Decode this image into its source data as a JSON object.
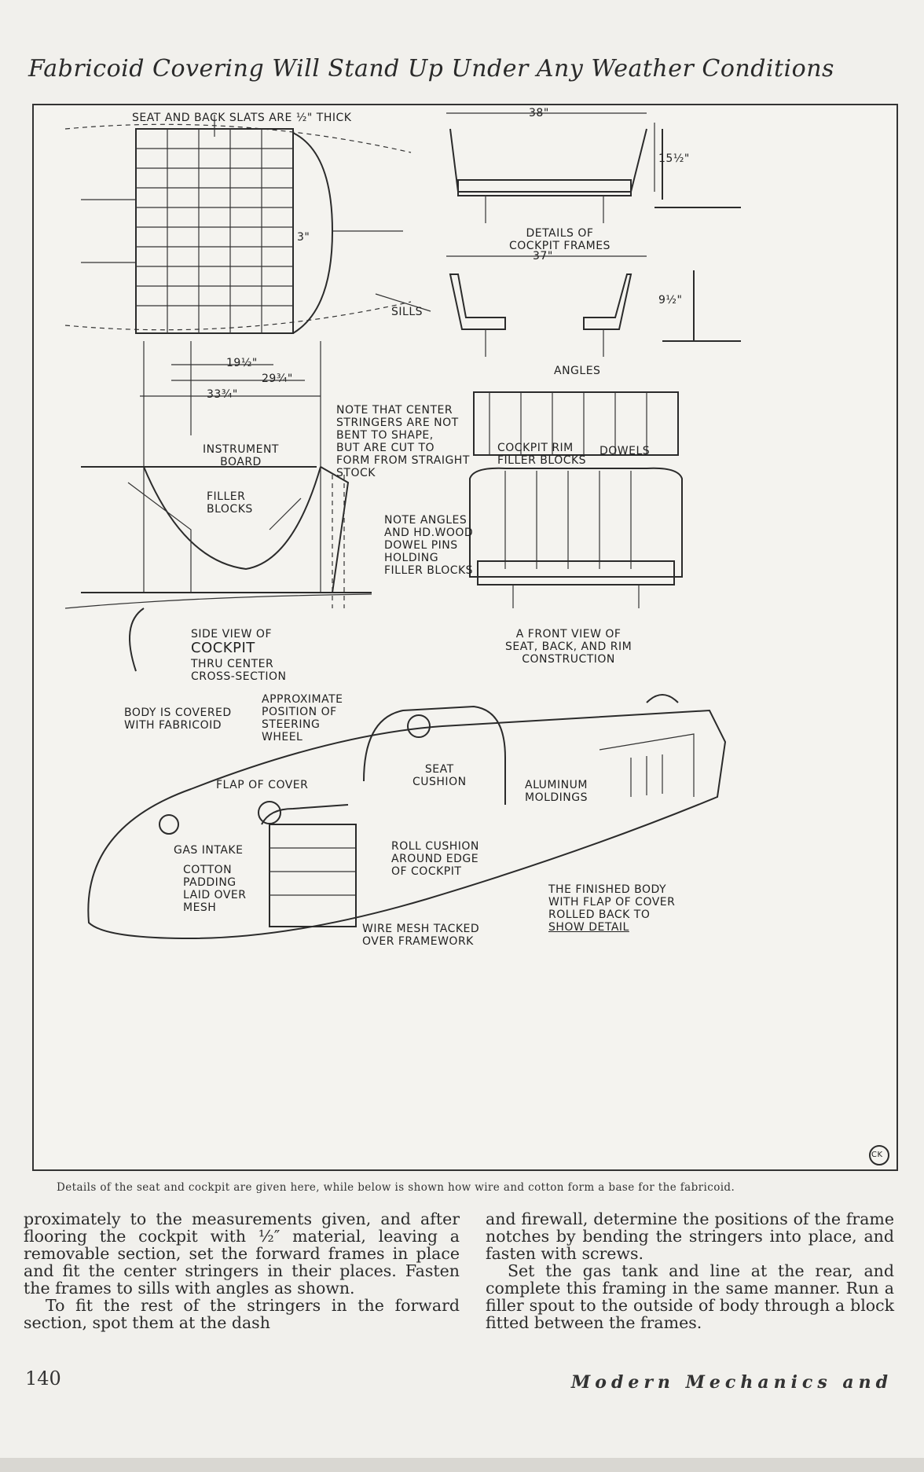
{
  "page": {
    "title": "Fabricoid Covering Will Stand Up Under Any Weather Conditions",
    "page_number": "140",
    "footer": "Modern Mechanics and"
  },
  "figure": {
    "labels": {
      "slats": "SEAT AND BACK SLATS ARE ½\" THICK",
      "dim_38": "38\"",
      "dim_15_half": "15½\"",
      "cockpit_frames": "DETAILS OF\nCOCKPIT FRAMES",
      "dim_37": "37\"",
      "dim_9_half": "9½\"",
      "dim_3": "3\"",
      "sills": "SILLS",
      "dim_19_half": "19½\"",
      "dim_29_3_4": "29¾\"",
      "dim_33_3_4": "33¾\"",
      "angles": "ANGLES",
      "note_stringers": "NOTE THAT CENTER\nSTRINGERS ARE NOT\nBENT TO SHAPE,\nBUT ARE CUT TO\nFORM FROM STRAIGHT\nSTOCK",
      "instrument_board": "INSTRUMENT\nBOARD",
      "filler_blocks": "FILLER\nBLOCKS",
      "rim_filler": "COCKPIT RIM\nFILLER BLOCKS",
      "dowels": "DOWELS",
      "note_angles": "NOTE ANGLES\nAND HD.WOOD\nDOWEL PINS\nHOLDING\nFILLER BLOCKS",
      "side_view_1": "SIDE VIEW OF",
      "side_view_2": "COCKPIT",
      "side_view_3": "THRU CENTER\nCROSS-SECTION",
      "front_view": "A FRONT VIEW OF\nSEAT, BACK, AND RIM\nCONSTRUCTION",
      "body_covered": "BODY IS COVERED\nWITH FABRICOID",
      "steering": "APPROXIMATE\nPOSITION OF\nSTEERING\nWHEEL",
      "flap": "FLAP OF COVER",
      "seat_cushion": "SEAT\nCUSHION",
      "aluminum": "ALUMINUM\nMOLDINGS",
      "gas_intake": "GAS INTAKE",
      "cotton": "COTTON\nPADDING\nLAID OVER\nMESH",
      "roll_cushion": "ROLL CUSHION\nAROUND EDGE\nOF COCKPIT",
      "finished_body": "THE FINISHED BODY\nWITH FLAP OF COVER\nROLLED BACK TO",
      "show_detail": "SHOW DETAIL",
      "wire_mesh": "WIRE MESH TACKED\nOVER FRAMEWORK",
      "logo": "CK"
    }
  },
  "caption": "Details of the seat and cockpit are given here, while below is shown how wire and cotton form a base for the fabricoid.",
  "body": {
    "left_p1": "proximately to the measurements given, and after flooring the cockpit with ½″ material, leaving a removable section, set the forward frames in place and fit the center stringers in their places. Fasten the frames to sills with angles as shown.",
    "left_p2": "To fit the rest of the stringers in the forward section, spot them at the dash",
    "right_p1": "and firewall, determine the positions of the frame notches by bending the stringers into place, and fasten with screws.",
    "right_p2": "Set the gas tank and line at the rear, and complete this framing in the same manner. Run a filler spout to the outside of body through a block fitted between the frames."
  }
}
